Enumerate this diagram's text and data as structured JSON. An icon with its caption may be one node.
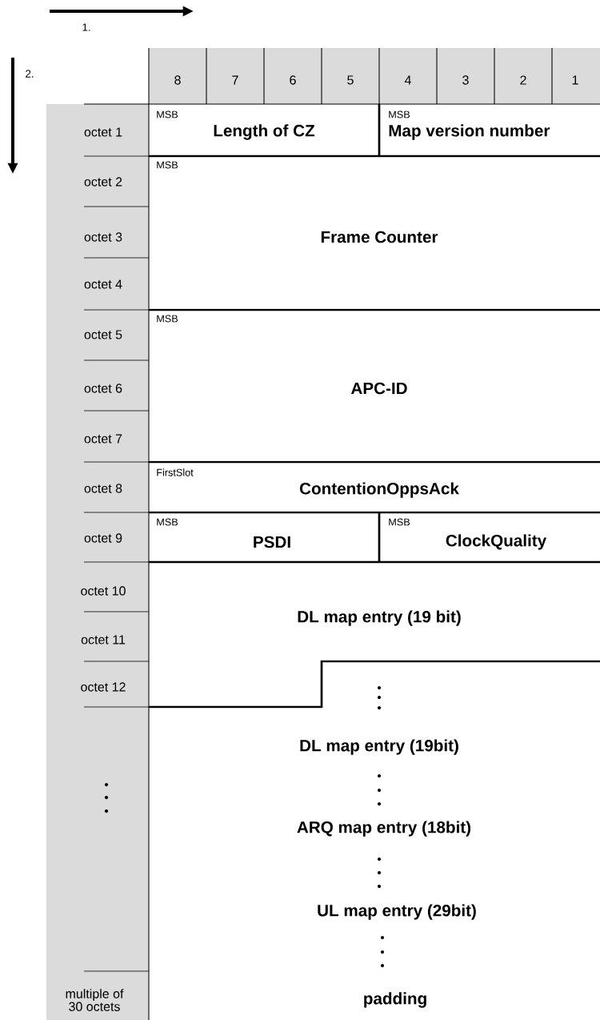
{
  "diagram": {
    "nodes": [
      {
        "text": [
          "MSB",
          "Length of CZ"
        ]
      },
      {
        "text": [
          "MSB",
          "Map version number"
        ]
      },
      {
        "text": [
          "MSB",
          "Frame Counter"
        ]
      },
      {
        "text": [
          "MSB",
          "APC-ID"
        ]
      },
      {
        "text": [
          "FirstSlot",
          "ContentionOppsAck"
        ]
      },
      {
        "text": [
          "MSB",
          "PSDI"
        ]
      },
      {
        "text": [
          "MSB",
          "ClockQuality"
        ]
      },
      {
        "text": [
          "DL map entry (19 bit)"
        ]
      },
      {
        "text": [
          "DL map entry (19bit)",
          "ARQ map entry (18bit)",
          "UL map entry (29bit)",
          "padding"
        ]
      }
    ],
    "labels": [
      "1.",
      "2.",
      "8",
      "7",
      "6",
      "5",
      "4",
      "3",
      "2",
      "1",
      "octet  1",
      "octet  2",
      "octet  3",
      "octet  4",
      "octet  5",
      "octet  6",
      "octet  7",
      "octet  8",
      "octet  9",
      "octet 10",
      "octet 11",
      "octet 12",
      "multiple of 30 octets"
    ]
  }
}
